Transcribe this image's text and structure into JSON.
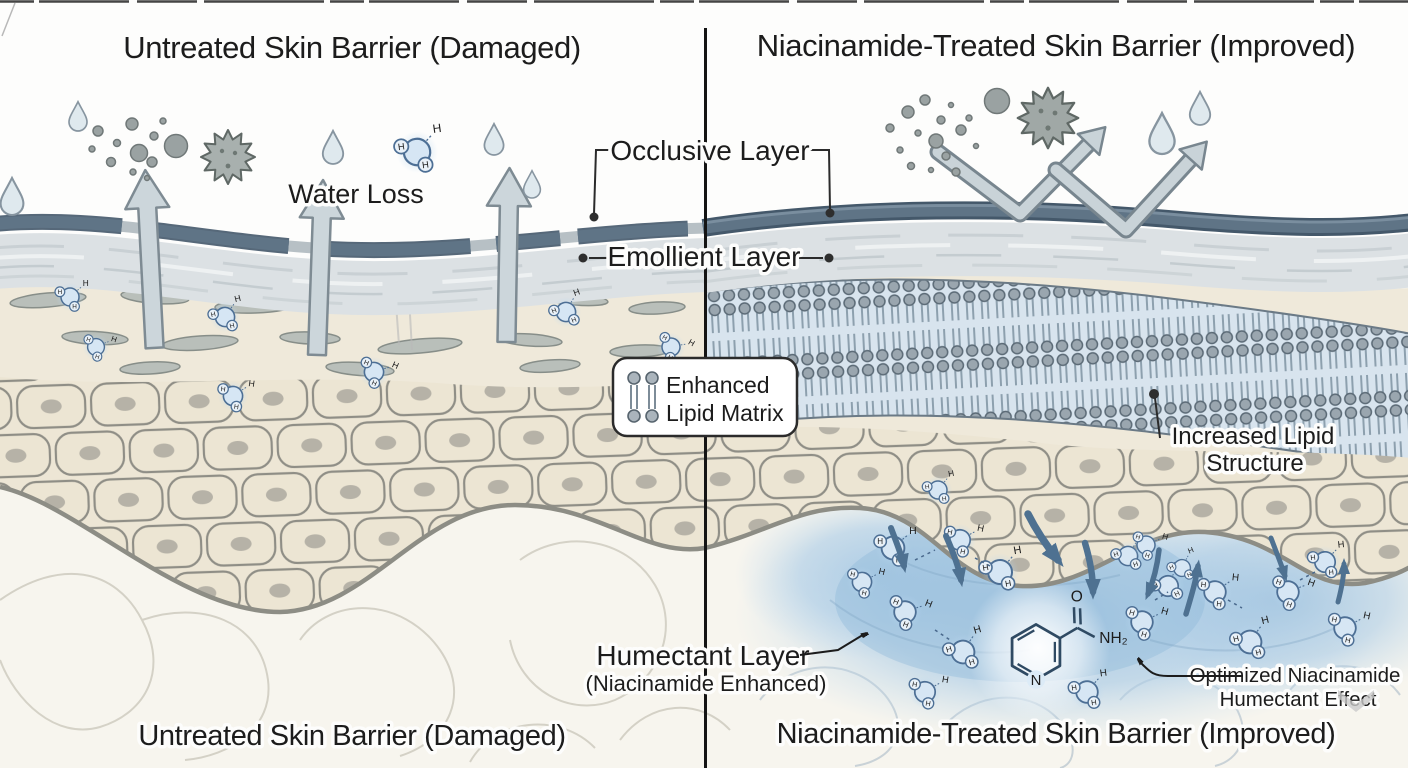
{
  "left": {
    "title": "Untreated Skin Barrier (Damaged)",
    "caption": "Untreated Skin Barrier (Damaged)",
    "water_loss": "Water Loss"
  },
  "right": {
    "title": "Niacinamide-Treated Skin Barrier (Improved)",
    "caption": "Niacinamide-Treated Skin Barrier (Improved)"
  },
  "labels": {
    "occlusive": "Occlusive Layer",
    "emollient": "Emollient Layer",
    "increased1": "Increased Lipid",
    "increased2": "Structure",
    "humectant1": "Humectant Layer",
    "humectant2": "(Niacinamide Enhanced)",
    "optimized1": "Optimized Niacinamide",
    "optimized2": "Humectant Effect"
  },
  "legend": {
    "line1": "Enhanced",
    "line2": "Lipid Matrix"
  },
  "molecule": {
    "h_label": "H",
    "o_label": "O",
    "n_label": "N",
    "nh2_label": "NH₂"
  },
  "colors": {
    "bg": "#fdfdfc",
    "ink": "#1c1c1c",
    "occlusive": "#5f7486",
    "occlusive-dark": "#44586a",
    "emollient": "#dce1e4",
    "sc-beige": "#efe9da",
    "cell-fill": "#ece5d3",
    "cell-stroke": "#8f8e86",
    "nucleus": "#b6b2a7",
    "boundary": "#8d8d85",
    "dermis": "#f7f5ee",
    "humectant": "#9fc3e0",
    "water-fill": "#d6e6f4",
    "water-stroke": "#4d6f95",
    "arrow-fill": "#ccd6db",
    "arrow-stroke": "#7e8b93",
    "influx": "#4e7191",
    "particle": "#9aa2a2",
    "droplet": "#dfe9ee"
  }
}
